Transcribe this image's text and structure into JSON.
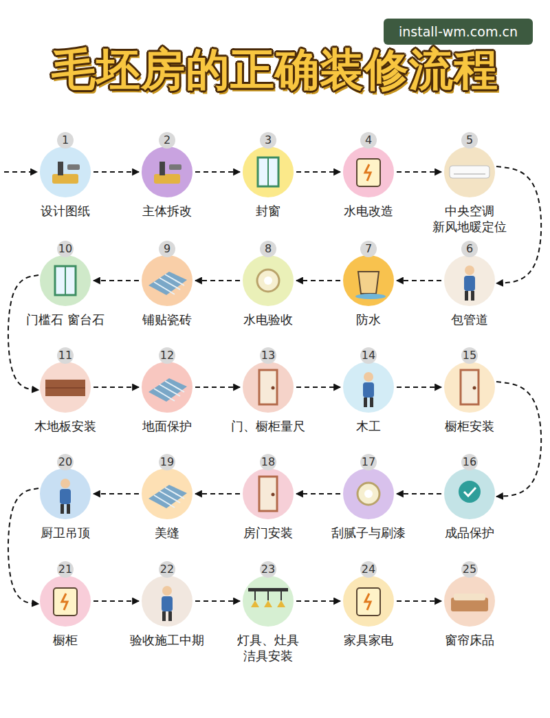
{
  "diagram": {
    "title": "毛坯房的正确装修流程",
    "nodes": [
      {
        "text": [
          "1",
          "设计图纸"
        ]
      },
      {
        "text": [
          "2",
          "主体拆改"
        ]
      },
      {
        "text": [
          "3",
          "封窗"
        ]
      },
      {
        "text": [
          "4",
          "水电改造"
        ]
      },
      {
        "text": [
          "5",
          "中央空调 新风地暖定位"
        ]
      },
      {
        "text": [
          "6",
          "包管道"
        ]
      },
      {
        "text": [
          "7",
          "防水"
        ]
      },
      {
        "text": [
          "8",
          "水电验收"
        ]
      },
      {
        "text": [
          "9",
          "铺贴瓷砖"
        ]
      },
      {
        "text": [
          "10",
          "门槛石 窗台石"
        ]
      },
      {
        "text": [
          "11",
          "木地板安装"
        ]
      },
      {
        "text": [
          "12",
          "地面保护"
        ]
      },
      {
        "text": [
          "13",
          "门、橱柜量尺"
        ]
      },
      {
        "text": [
          "14",
          "木工"
        ]
      },
      {
        "text": [
          "15",
          "橱柜安装"
        ]
      },
      {
        "text": [
          "16",
          "成品保护"
        ]
      },
      {
        "text": [
          "17",
          "刮腻子与刷漆"
        ]
      },
      {
        "text": [
          "18",
          "房门安装"
        ]
      },
      {
        "text": [
          "19",
          "美缝"
        ]
      },
      {
        "text": [
          "20",
          "厨卫吊顶"
        ]
      },
      {
        "text": [
          "21",
          "橱柜"
        ]
      },
      {
        "text": [
          "22",
          "验收施工中期"
        ]
      },
      {
        "text": [
          "23",
          "灯具、灶具 洁具安装"
        ]
      },
      {
        "text": [
          "24",
          "家具家电"
        ]
      },
      {
        "text": [
          "25",
          "窗帘床品"
        ]
      }
    ],
    "edges": [
      {
        "from": 0,
        "to": 1,
        "arrow": "to"
      },
      {
        "from": 1,
        "to": 2,
        "arrow": "to"
      },
      {
        "from": 2,
        "to": 3,
        "arrow": "to"
      },
      {
        "from": 3,
        "to": 4,
        "arrow": "to"
      },
      {
        "from": 4,
        "to": 5,
        "arrow": "to"
      },
      {
        "from": 5,
        "to": 6,
        "arrow": "to"
      },
      {
        "from": 6,
        "to": 7,
        "arrow": "to"
      },
      {
        "from": 7,
        "to": 8,
        "arrow": "to"
      },
      {
        "from": 8,
        "to": 9,
        "arrow": "to"
      },
      {
        "from": 9,
        "to": 10,
        "arrow": "to"
      },
      {
        "from": 10,
        "to": 11,
        "arrow": "to"
      },
      {
        "from": 11,
        "to": 12,
        "arrow": "to"
      },
      {
        "from": 12,
        "to": 13,
        "arrow": "to"
      },
      {
        "from": 13,
        "to": 14,
        "arrow": "to"
      },
      {
        "from": 14,
        "to": 15,
        "arrow": "to"
      },
      {
        "from": 15,
        "to": 16,
        "arrow": "to"
      },
      {
        "from": 16,
        "to": 17,
        "arrow": "to"
      },
      {
        "from": 17,
        "to": 18,
        "arrow": "to"
      },
      {
        "from": 18,
        "to": 19,
        "arrow": "to"
      },
      {
        "from": 19,
        "to": 20,
        "arrow": "to"
      },
      {
        "from": 20,
        "to": 21,
        "arrow": "to"
      },
      {
        "from": 21,
        "to": 22,
        "arrow": "to"
      },
      {
        "from": 22,
        "to": 23,
        "arrow": "to"
      },
      {
        "from": 23,
        "to": 24,
        "arrow": "to"
      }
    ],
    "labels": [
      "install-wm.com.cn"
    ]
  }
}
